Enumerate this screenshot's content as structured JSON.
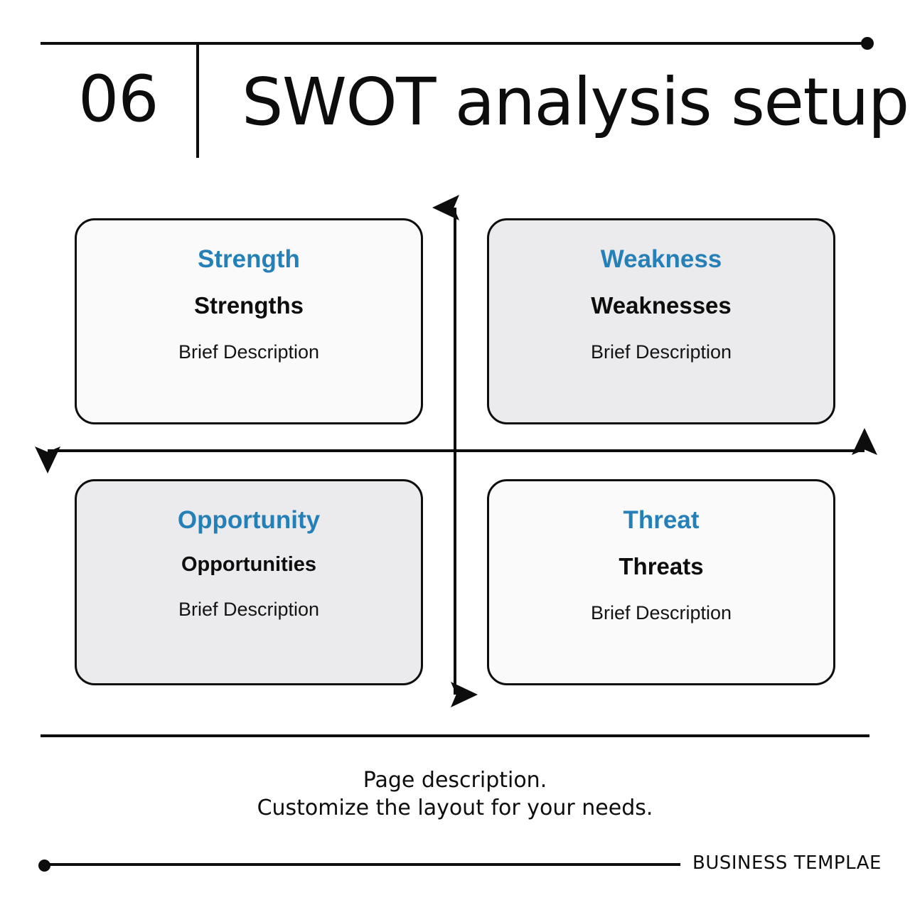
{
  "slide": {
    "number": "06",
    "title": "SWOT analysis setup"
  },
  "colors": {
    "accent_blue": "#2680b8",
    "ink": "#0d0d0d",
    "card_light": "#fafafa",
    "card_shade": "#ebebed"
  },
  "matrix": {
    "quadrants": [
      {
        "key": "strength",
        "heading": "Strength",
        "subtitle": "Strengths",
        "description": "Brief Description",
        "fill": "light"
      },
      {
        "key": "weakness",
        "heading": "Weakness",
        "subtitle": "Weaknesses",
        "description": "Brief Description",
        "fill": "shade"
      },
      {
        "key": "opportunity",
        "heading": "Opportunity",
        "subtitle": "Opportunities",
        "description": "Brief Description",
        "fill": "shade"
      },
      {
        "key": "threat",
        "heading": "Threat",
        "subtitle": "Threats",
        "description": "Brief Description",
        "fill": "light"
      }
    ]
  },
  "footer": {
    "description_line1": "Page description.",
    "description_line2": "Customize the layout for your needs.",
    "brand": "BUSINESS TEMPLAE"
  }
}
